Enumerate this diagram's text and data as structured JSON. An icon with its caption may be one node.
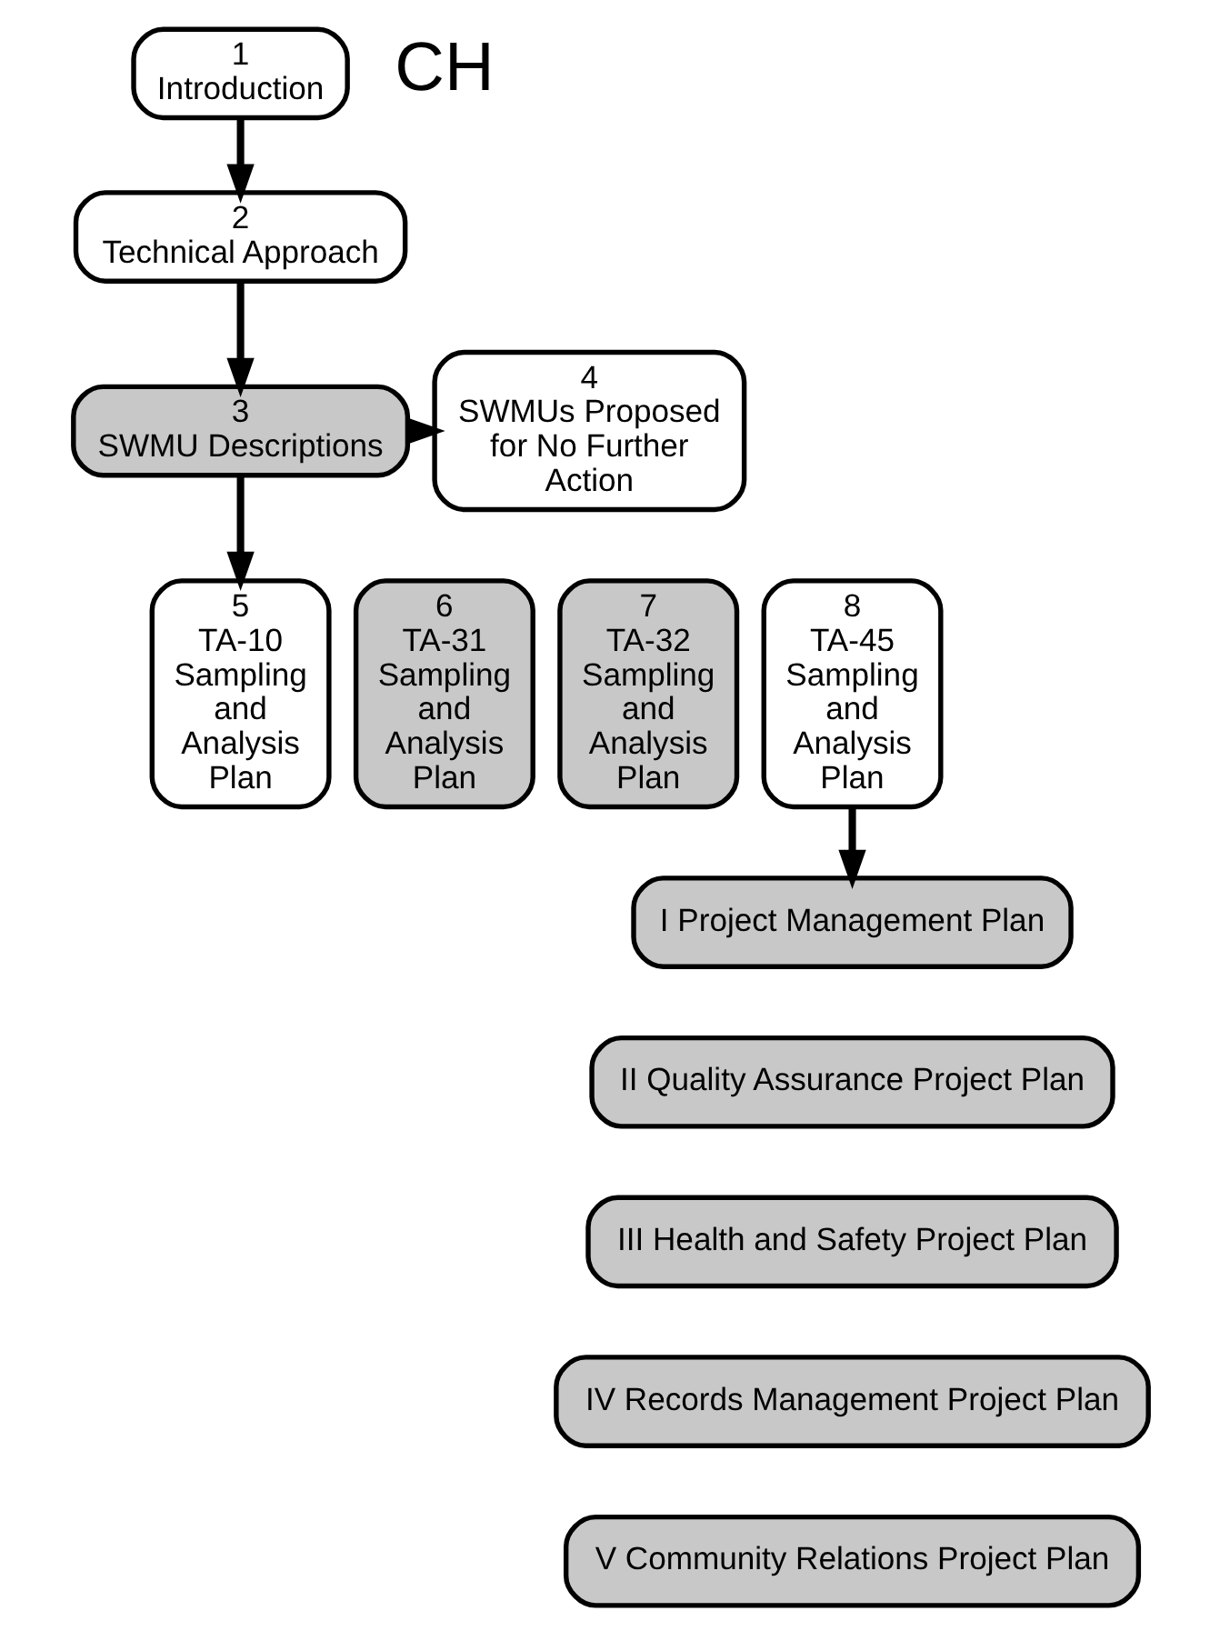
{
  "diagram": {
    "nodes": [
      {
        "text": [
          "1",
          "Introduction"
        ]
      },
      {
        "text": [
          "2",
          "Technical Approach"
        ]
      },
      {
        "text": [
          "3",
          "SWMU Descriptions"
        ]
      },
      {
        "text": [
          "4",
          "SWMUs Proposed for No Further Action"
        ]
      },
      {
        "text": [
          "5",
          "TA-10 Sampling and Analysis Plan"
        ]
      },
      {
        "text": [
          "6",
          "TA-31 Sampling and Analysis Plan"
        ]
      },
      {
        "text": [
          "7",
          "TA-32 Sampling and Analysis Plan"
        ]
      },
      {
        "text": [
          "8",
          "TA-45 Sampling and Analysis Plan"
        ]
      },
      {
        "text": [
          "I Project Management Plan"
        ]
      },
      {
        "text": [
          "II Quality Assurance Project Plan"
        ]
      },
      {
        "text": [
          "III Health and Safety Project Plan"
        ]
      },
      {
        "text": [
          "IV Records Management Project Plan"
        ]
      },
      {
        "text": [
          "V Community Relations Project Plan"
        ]
      }
    ],
    "edges": [
      {
        "from": 0,
        "to": 1,
        "arrow": "to"
      },
      {
        "from": 1,
        "to": 2,
        "arrow": "to"
      },
      {
        "from": 2,
        "to": 3,
        "arrow": "to"
      },
      {
        "from": 2,
        "to": 4,
        "arrow": "to"
      },
      {
        "from": 7,
        "to": 8,
        "arrow": "to"
      }
    ],
    "labels": [
      "CH"
    ]
  }
}
